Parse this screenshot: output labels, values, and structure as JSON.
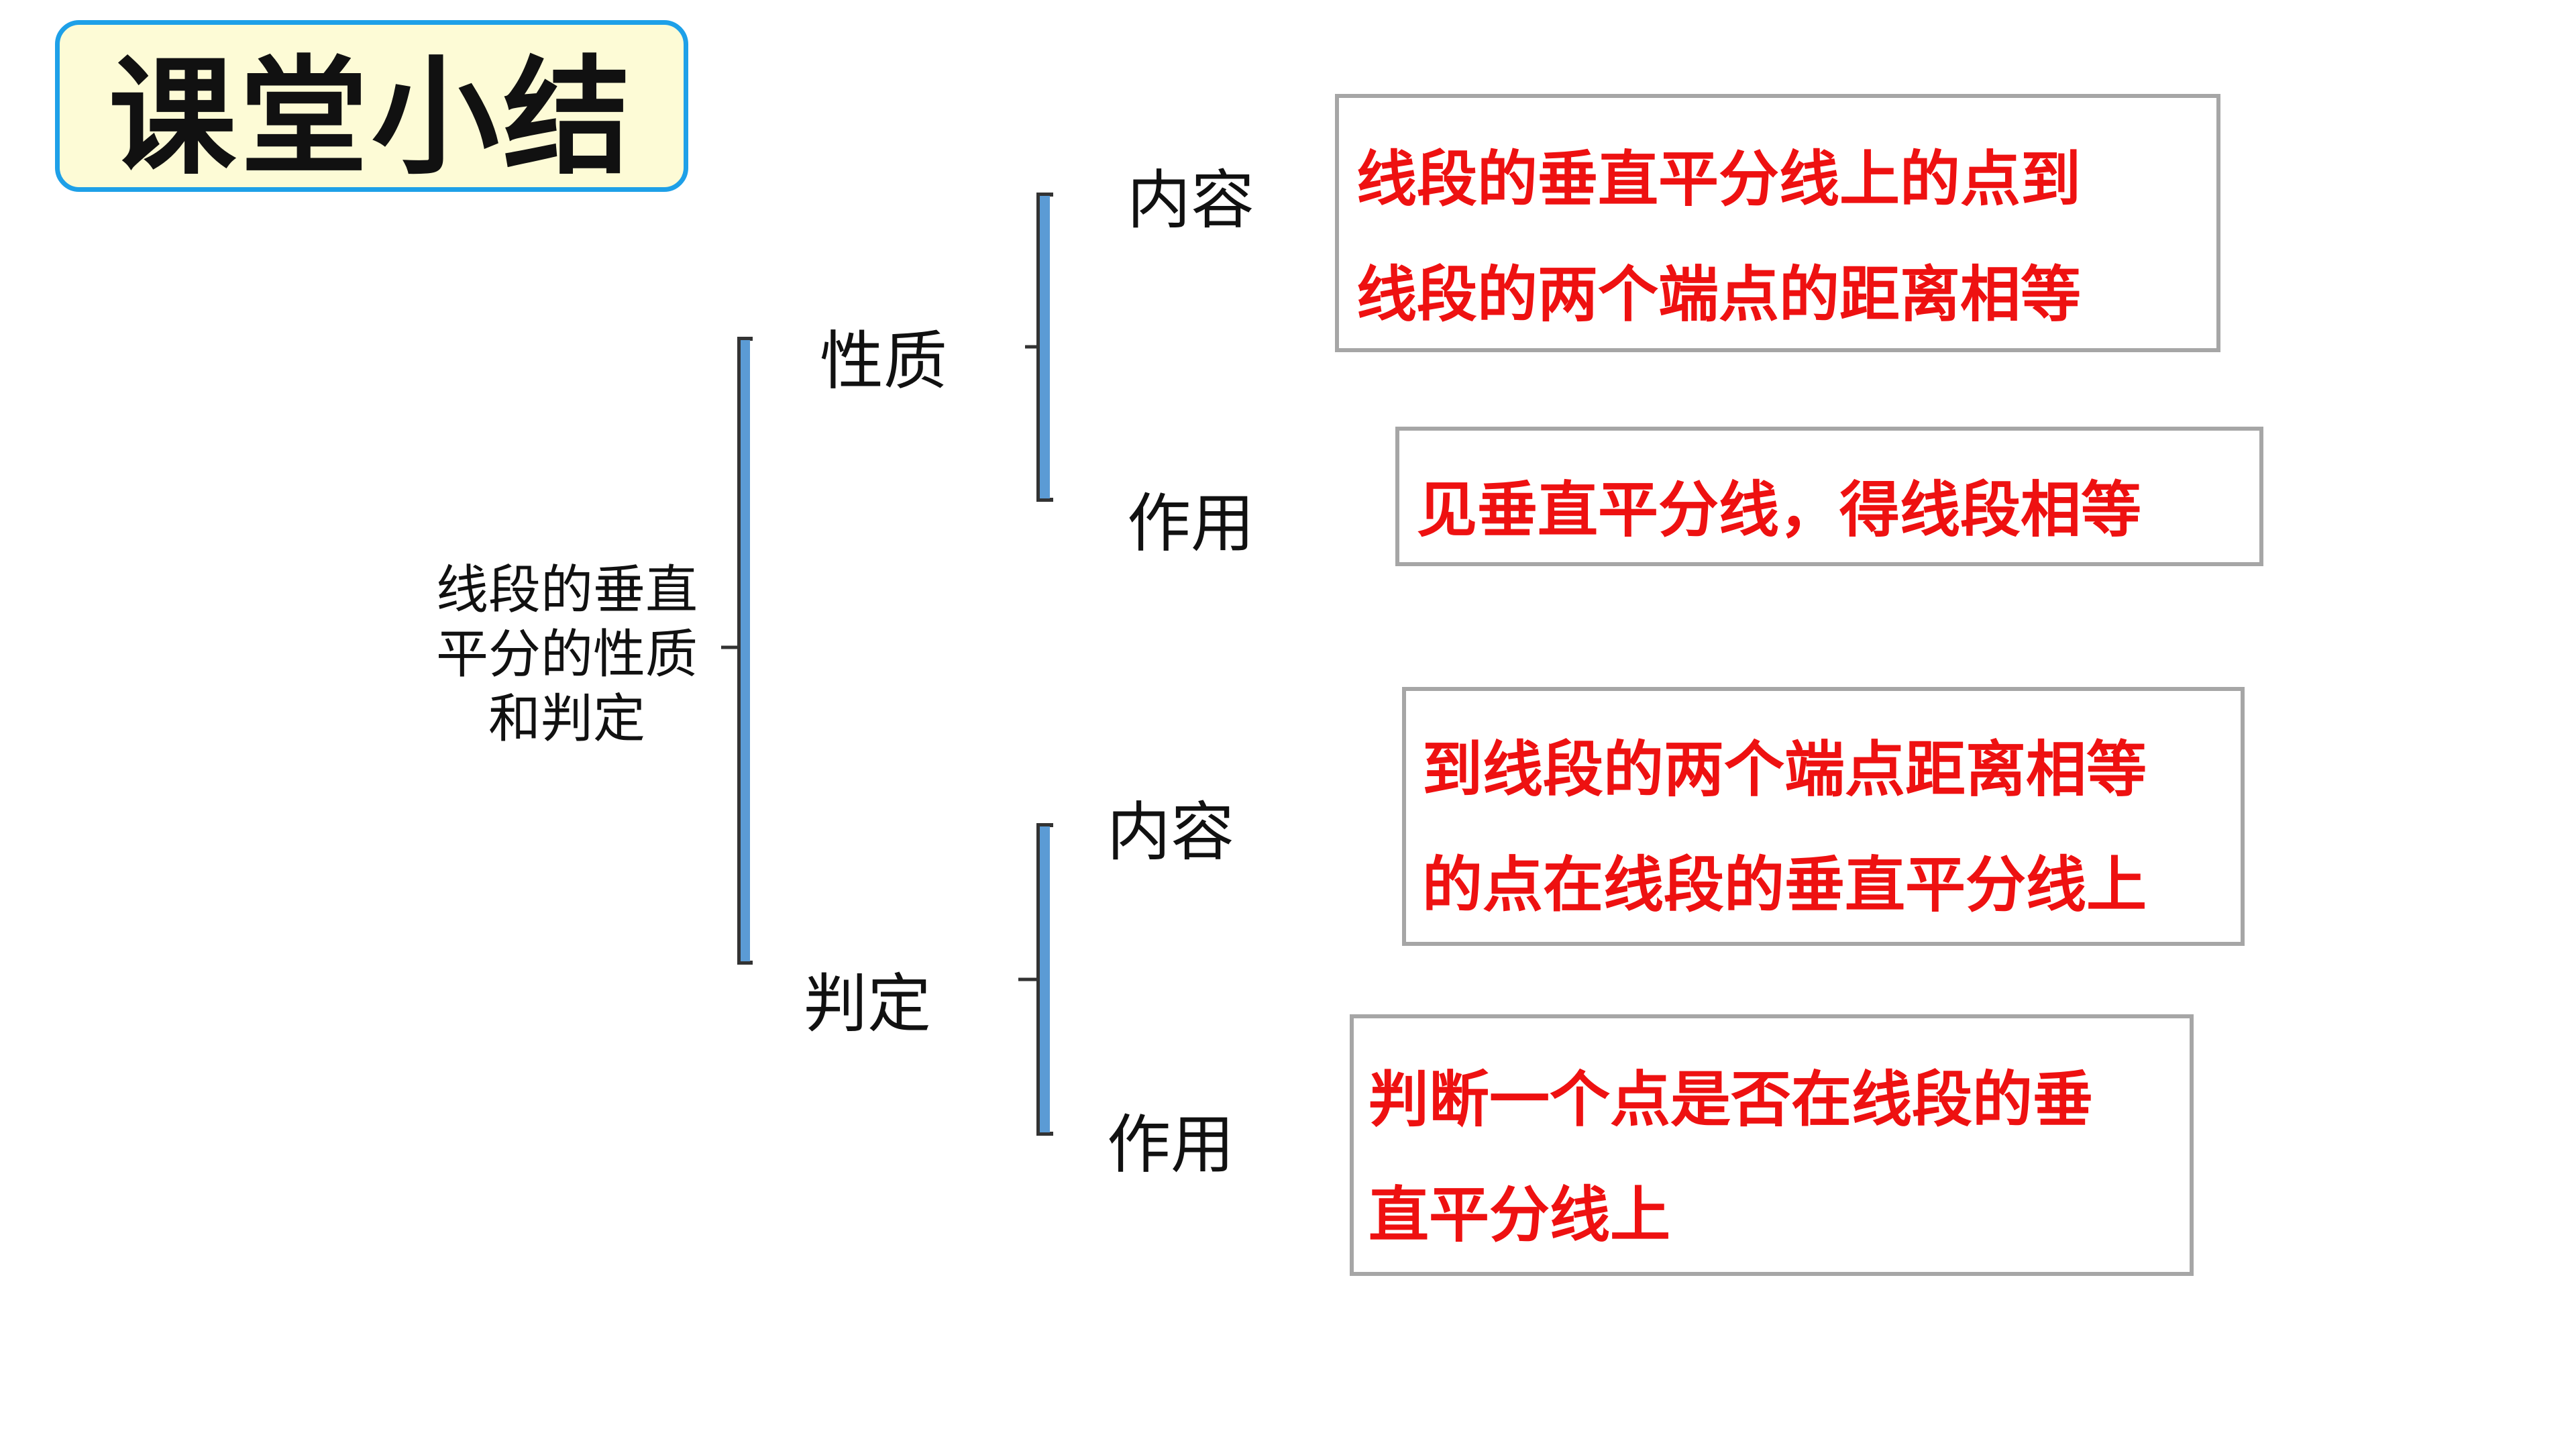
{
  "title": "课堂小结",
  "root": {
    "line1": "线段的垂直",
    "line2": "平分的性质",
    "line3": "和判定"
  },
  "branches": [
    {
      "label": "性质",
      "items": [
        {
          "label": "内容",
          "text": [
            "线段的垂直平分线上的点到",
            "线段的两个端点的距离相等"
          ]
        },
        {
          "label": "作用",
          "text": [
            "见垂直平分线，得线段相等"
          ]
        }
      ]
    },
    {
      "label": "判定",
      "items": [
        {
          "label": "内容",
          "text": [
            "到线段的两个端点距离相等",
            "的点在线段的垂直平分线上"
          ]
        },
        {
          "label": "作用",
          "text": [
            "判断一个点是否在线段的垂",
            "直平分线上"
          ]
        }
      ]
    }
  ],
  "colors": {
    "bracket": "#5b9bd5",
    "accent_text": "#ee1111",
    "title_border": "#1ea0e8",
    "title_fill": "#fdfbd6"
  }
}
